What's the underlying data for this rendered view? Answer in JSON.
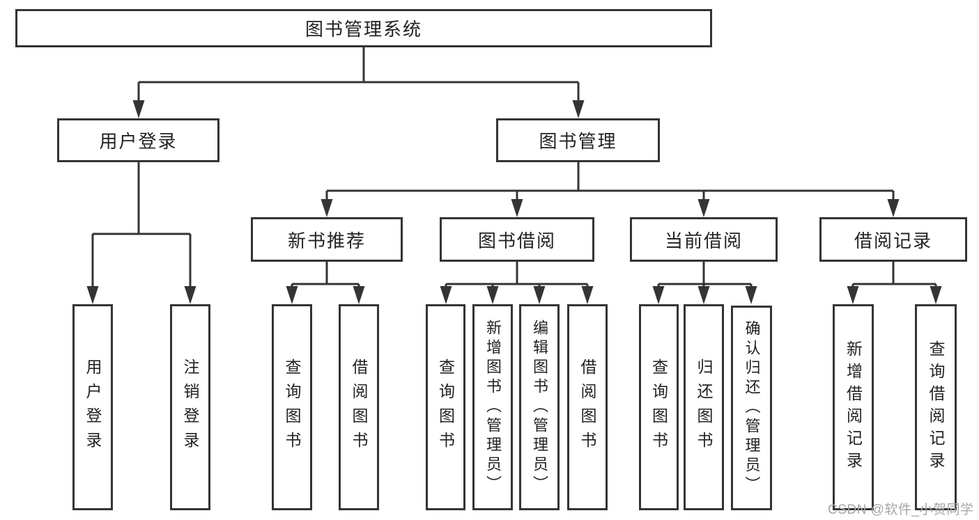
{
  "tree": {
    "root": "图书管理系统",
    "children": [
      {
        "label": "用户登录",
        "leaves": [
          "用户登录",
          "注销登录"
        ]
      },
      {
        "label": "图书管理",
        "children": [
          {
            "label": "新书推荐",
            "leaves": [
              "查询图书",
              "借阅图书"
            ]
          },
          {
            "label": "图书借阅",
            "leaves": [
              "查询图书",
              "新增图书（管理员）",
              "编辑图书（管理员）",
              "借阅图书"
            ]
          },
          {
            "label": "当前借阅",
            "leaves": [
              "查询图书",
              "归还图书",
              "确认归还（管理员）"
            ]
          },
          {
            "label": "借阅记录",
            "leaves": [
              "新增借阅记录",
              "查询借阅记录"
            ]
          }
        ]
      }
    ]
  },
  "watermark": "CSDN @软件_小贺同学",
  "colors": {
    "line": "#343434",
    "text": "#222222",
    "background": "#ffffff",
    "watermark": "#a6a6a6"
  }
}
